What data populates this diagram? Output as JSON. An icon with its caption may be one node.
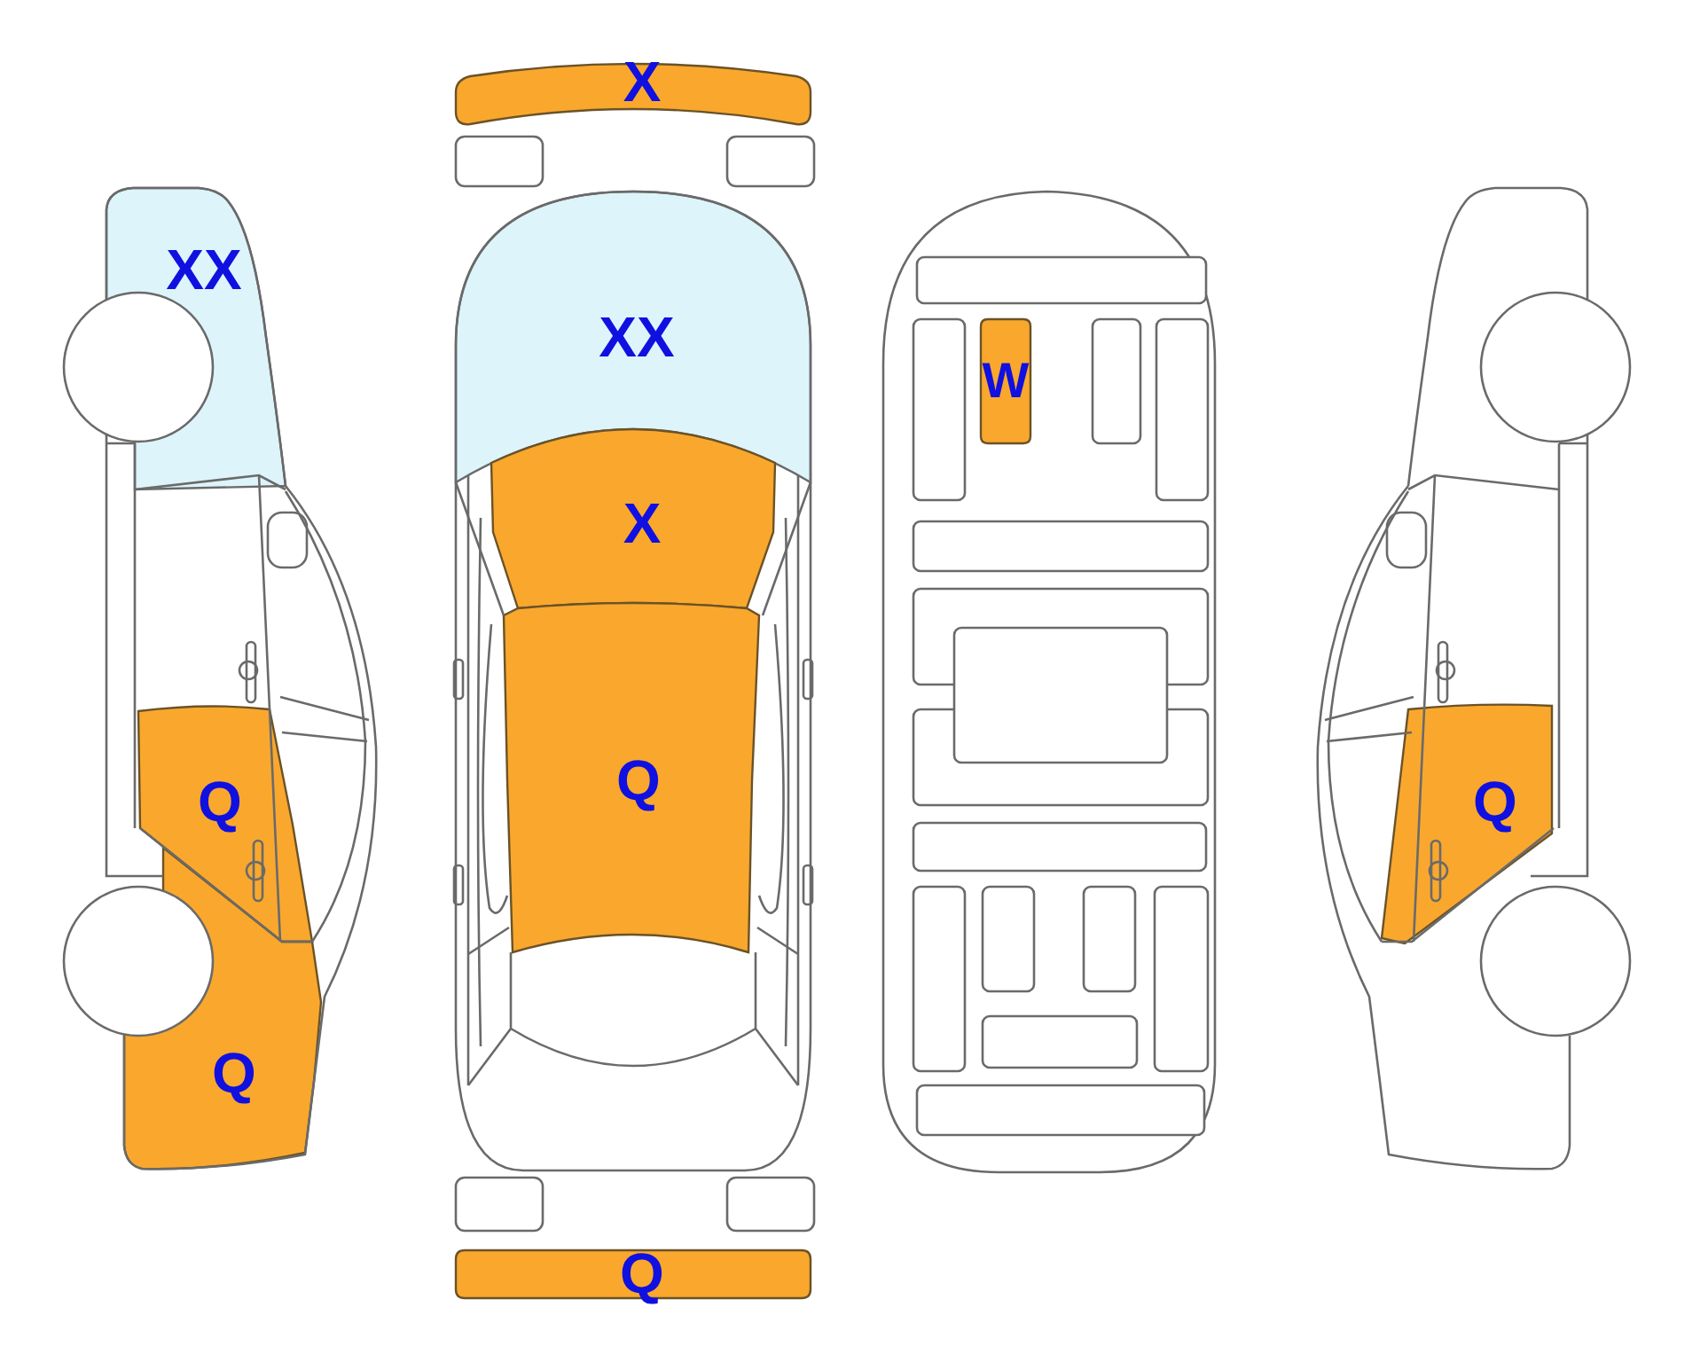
{
  "diagram": {
    "nodes": [
      {
        "text": [
          "X"
        ]
      },
      {
        "text": [
          "XX"
        ]
      },
      {
        "text": [
          "XX"
        ]
      },
      {
        "text": [
          "W"
        ]
      },
      {
        "text": [
          "X"
        ]
      },
      {
        "text": [
          "Q"
        ]
      },
      {
        "text": [
          "Q"
        ]
      },
      {
        "text": [
          "Q"
        ]
      },
      {
        "text": [
          "Q"
        ]
      },
      {
        "text": [
          "Q"
        ]
      }
    ]
  }
}
